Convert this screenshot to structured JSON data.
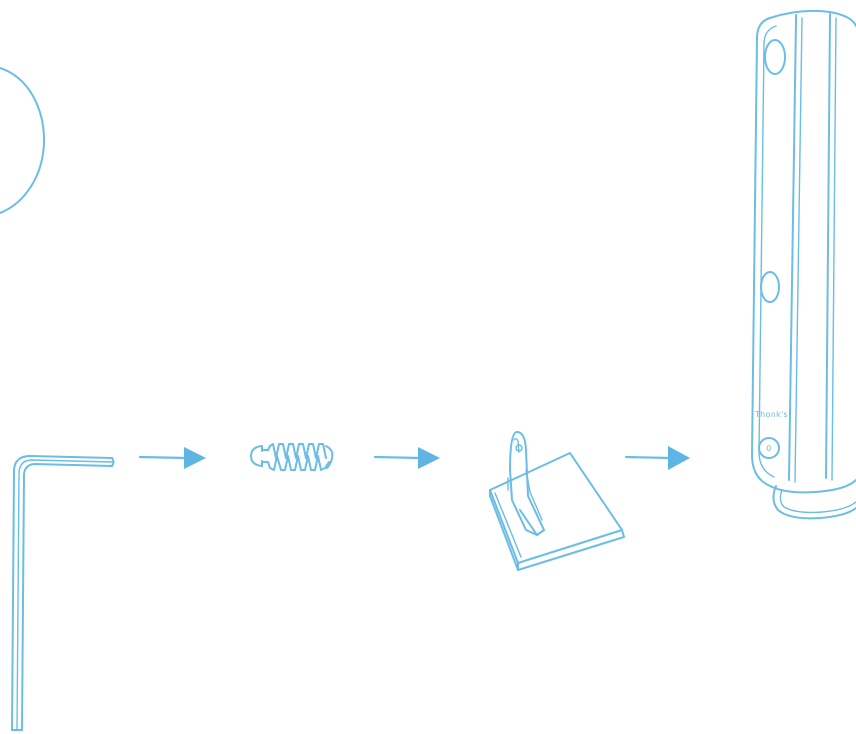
{
  "illustration": {
    "line_color": "#6bbde6",
    "accent_color": "#5eb4e3",
    "background": "#ffffff",
    "device_label": "Thonk's",
    "button_label": "0",
    "steps": [
      {
        "item": "hex-key",
        "icon": "allen-key-icon"
      },
      {
        "item": "screw",
        "icon": "screw-icon"
      },
      {
        "item": "mount-bracket",
        "icon": "bracket-icon"
      },
      {
        "item": "device",
        "icon": "tower-device-icon"
      }
    ]
  }
}
